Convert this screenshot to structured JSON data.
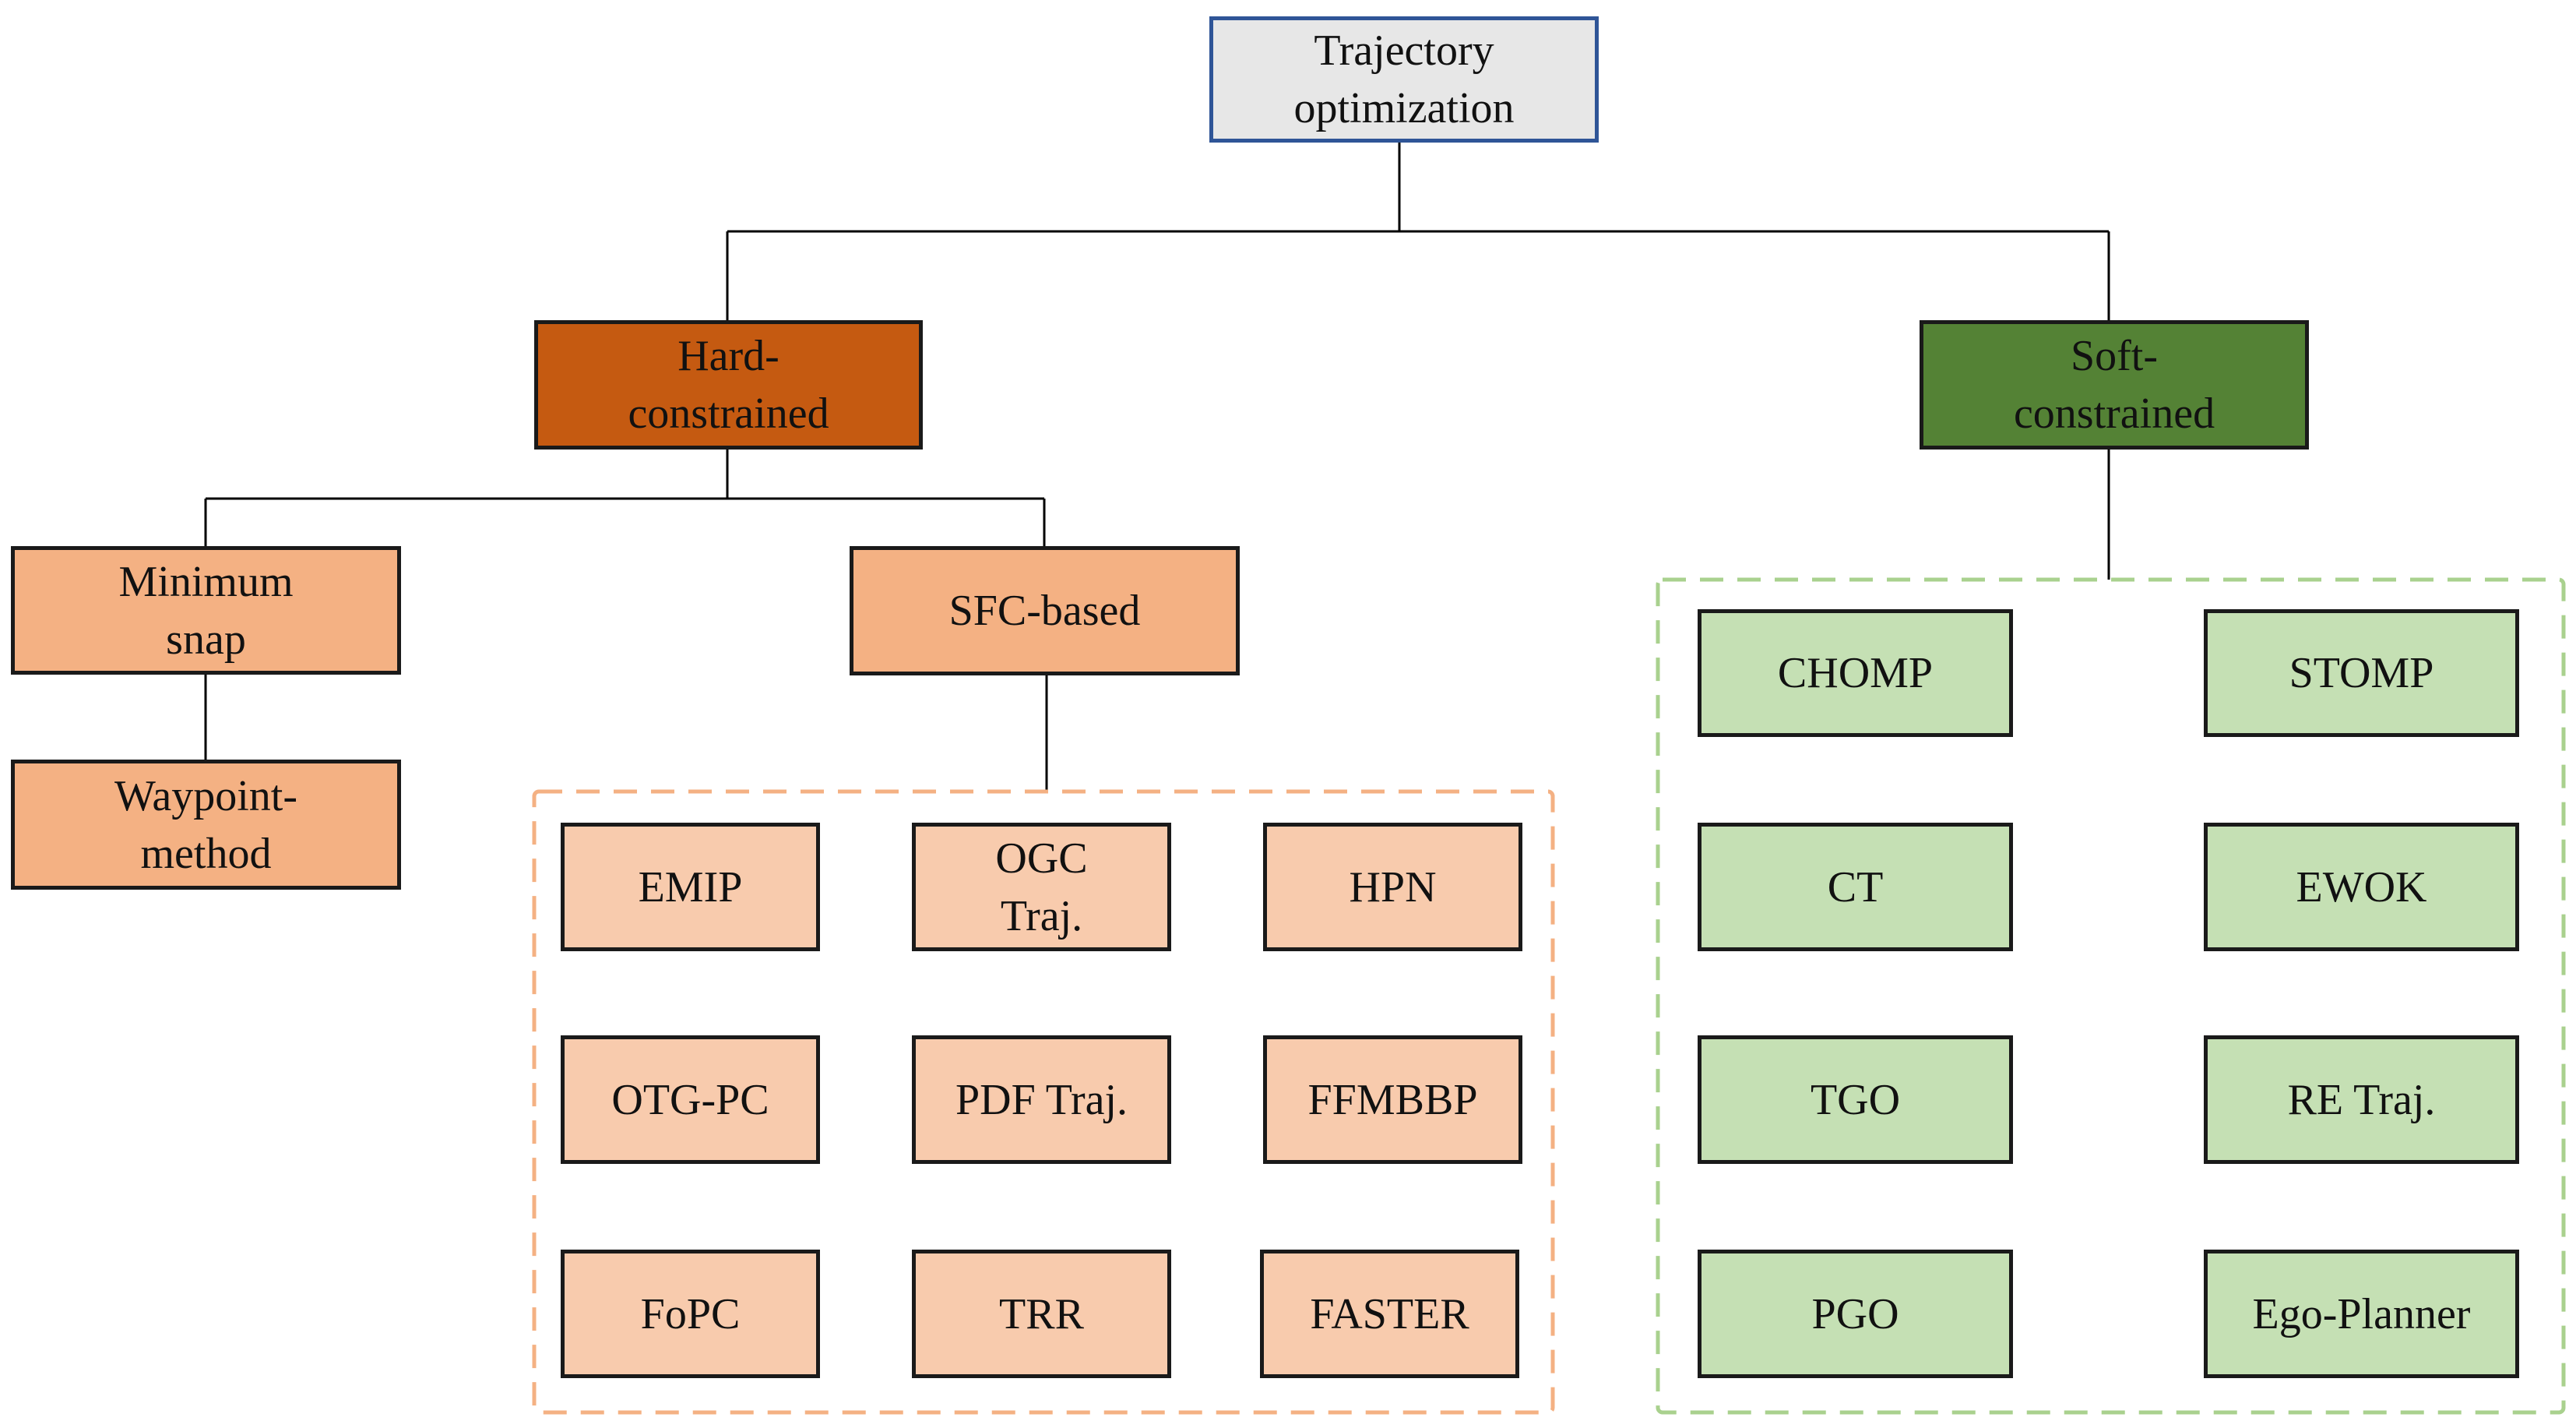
{
  "colors": {
    "root_fill": "#e7e7e7",
    "root_border": "#2f5597",
    "hard_fill": "#c55a11",
    "soft_fill": "#548235",
    "hard_child_fill": "#f4b183",
    "hard_leaf_fill": "#f8cbad",
    "soft_leaf_fill": "#c5e0b4",
    "hard_group_border": "#f4b183",
    "soft_group_border": "#a9d18e"
  },
  "root": {
    "label": "Trajectory\noptimization"
  },
  "hard": {
    "label": "Hard-\nconstrained",
    "minimum_snap": "Minimum\nsnap",
    "waypoint": "Waypoint-\nmethod",
    "sfc": "SFC-based",
    "sfc_methods": [
      "EMIP",
      "OGC\nTraj.",
      "HPN",
      "OTG-PC",
      "PDF Traj.",
      "FFMBBP",
      "FoPC",
      "TRR",
      "FASTER"
    ]
  },
  "soft": {
    "label": "Soft-\nconstrained",
    "methods": [
      "CHOMP",
      "STOMP",
      "CT",
      "EWOK",
      "TGO",
      "RE Traj.",
      "PGO",
      "Ego-Planner"
    ]
  }
}
